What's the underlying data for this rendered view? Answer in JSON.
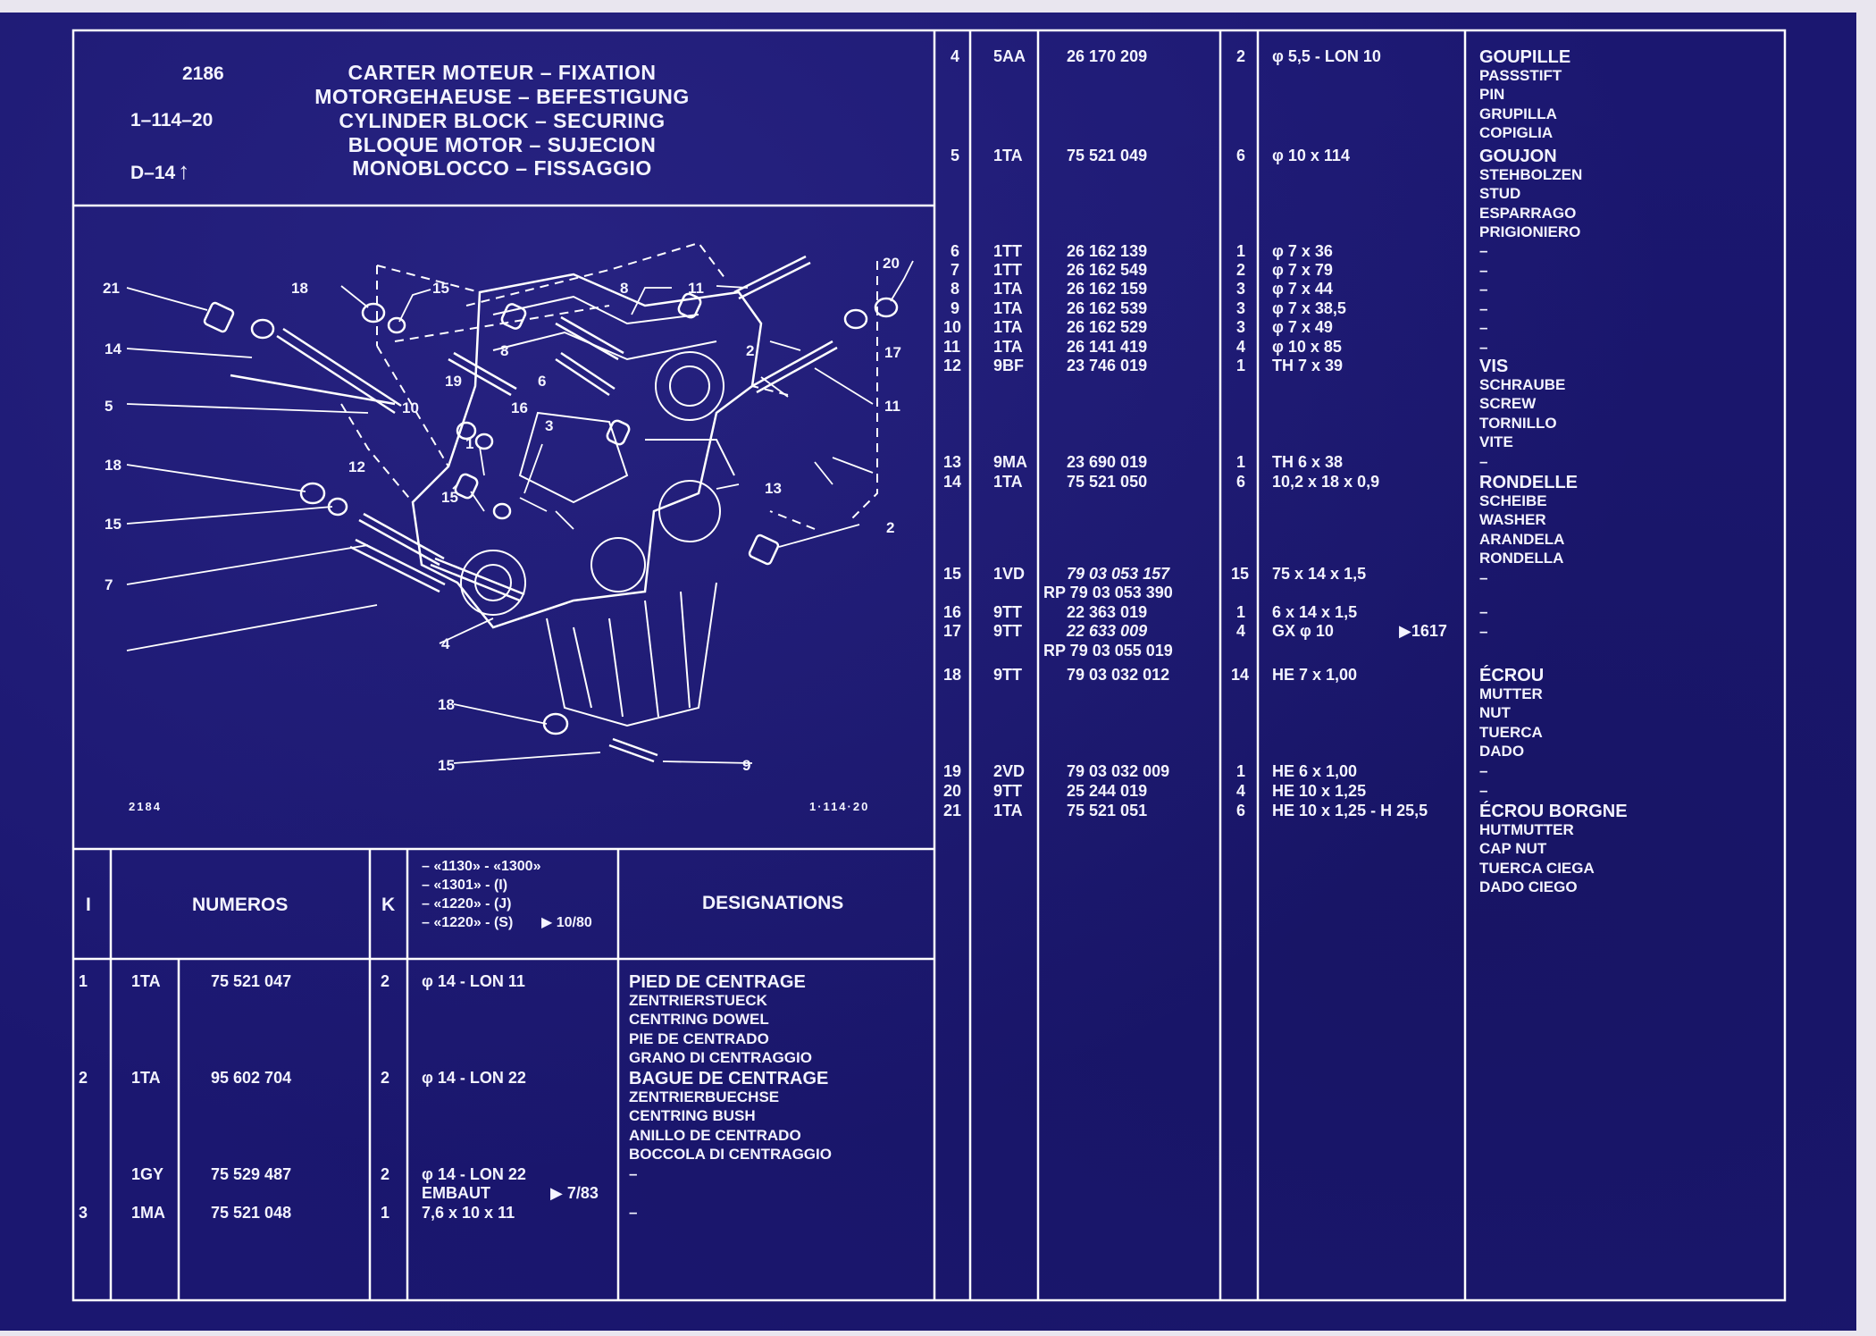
{
  "colors": {
    "background": "#1b1770",
    "lines": "#ffffff",
    "text": "#f4f4ff"
  },
  "header": {
    "ref": "2186",
    "plate": "1–114–20",
    "sheet": "D–14",
    "arrow": "↑",
    "titles": [
      "CARTER MOTEUR – FIXATION",
      "MOTORGEHAEUSE – BEFESTIGUNG",
      "CYLINDER BLOCK – SECURING",
      "BLOQUE MOTOR – SUJECION",
      "MONOBLOCCO – FISSAGGIO"
    ]
  },
  "drawing": {
    "left_code": "2184",
    "right_code": "1·114·20",
    "callouts": [
      "21",
      "18",
      "15",
      "8",
      "11",
      "20",
      "14",
      "2",
      "17",
      "5",
      "8",
      "19",
      "6",
      "10",
      "16",
      "3",
      "11",
      "1",
      "18",
      "12",
      "15",
      "13",
      "15",
      "2",
      "7",
      "4",
      "18",
      "15",
      "9"
    ]
  },
  "columns": {
    "i": "I",
    "numeros": "NUMEROS",
    "k": "K",
    "variants": [
      "– «1130» - «1300»",
      "– «1301» - (I)",
      "– «1220» - (J)",
      "– «1220» - (S)"
    ],
    "variant_mark": "▶ 10/80",
    "designations": "DESIGNATIONS"
  },
  "rows_left": [
    {
      "item": "1",
      "code": "1TA",
      "part": "75 521 047",
      "qty": "2",
      "dim": "φ 14 - LON 11",
      "desig": [
        "PIED DE CENTRAGE",
        "ZENTRIERSTUECK",
        "CENTRING DOWEL",
        "PIE DE CENTRADO",
        "GRANO DI CENTRAGGIO"
      ]
    },
    {
      "item": "2",
      "code": "1TA",
      "part": "95 602 704",
      "qty": "2",
      "dim": "φ 14 - LON 22",
      "desig": [
        "BAGUE DE CENTRAGE",
        "ZENTRIERBUECHSE",
        "CENTRING BUSH",
        "ANILLO DE CENTRADO",
        "BOCCOLA DI CENTRAGGIO"
      ]
    },
    {
      "item": "",
      "code": "1GY",
      "part": "75 529 487",
      "qty": "2",
      "dim": "φ 14 - LON 22",
      "dim2": "EMBAUT",
      "mark": "▶ 7/83",
      "desig": [
        "–"
      ]
    },
    {
      "item": "3",
      "code": "1MA",
      "part": "75 521 048",
      "qty": "1",
      "dim": "7,6 x 10 x 11",
      "desig": [
        "–"
      ]
    }
  ],
  "rows_right": [
    {
      "item": "4",
      "code": "5AA",
      "part": "26 170 209",
      "qty": "2",
      "dim": "φ 5,5 - LON 10"
    },
    {
      "item": "5",
      "code": "1TA",
      "part": "75 521 049",
      "qty": "6",
      "dim": "φ 10 x 114"
    },
    {
      "item": "6",
      "code": "1TT",
      "part": "26 162 139",
      "qty": "1",
      "dim": "φ 7 x 36"
    },
    {
      "item": "7",
      "code": "1TT",
      "part": "26 162 549",
      "qty": "2",
      "dim": "φ 7 x 79"
    },
    {
      "item": "8",
      "code": "1TA",
      "part": "26 162 159",
      "qty": "3",
      "dim": "φ 7 x 44"
    },
    {
      "item": "9",
      "code": "1TA",
      "part": "26 162 539",
      "qty": "3",
      "dim": "φ 7 x 38,5"
    },
    {
      "item": "10",
      "code": "1TA",
      "part": "26 162 529",
      "qty": "3",
      "dim": "φ 7 x 49"
    },
    {
      "item": "11",
      "code": "1TA",
      "part": "26 141 419",
      "qty": "4",
      "dim": "φ 10 x 85"
    },
    {
      "item": "12",
      "code": "9BF",
      "part": "23 746 019",
      "qty": "1",
      "dim": "TH 7 x 39"
    },
    {
      "item": "13",
      "code": "9MA",
      "part": "23 690 019",
      "qty": "1",
      "dim": "TH 6 x 38"
    },
    {
      "item": "14",
      "code": "1TA",
      "part": "75 521 050",
      "qty": "6",
      "dim": "10,2 x 18 x 0,9"
    },
    {
      "item": "15",
      "code": "1VD",
      "part": "79 03 053 157",
      "qty": "15",
      "dim": "75 x 14 x 1,5"
    },
    {
      "item": "",
      "code": "",
      "part": "RP 79 03 053 390",
      "qty": "",
      "dim": ""
    },
    {
      "item": "16",
      "code": "9TT",
      "part": "22 363 019",
      "qty": "1",
      "dim": "6 x 14 x 1,5"
    },
    {
      "item": "17",
      "code": "9TT",
      "part": "22 633 009",
      "qty": "4",
      "dim": "GX φ 10",
      "mark": "▶1617"
    },
    {
      "item": "",
      "code": "",
      "part": "RP 79 03 055 019",
      "qty": "",
      "dim": ""
    },
    {
      "item": "18",
      "code": "9TT",
      "part": "79 03 032 012",
      "qty": "14",
      "dim": "HE 7 x 1,00"
    },
    {
      "item": "19",
      "code": "2VD",
      "part": "79 03 032 009",
      "qty": "1",
      "dim": "HE 6 x 1,00"
    },
    {
      "item": "20",
      "code": "9TT",
      "part": "25 244 019",
      "qty": "4",
      "dim": "HE 10 x 1,25"
    },
    {
      "item": "21",
      "code": "1TA",
      "part": "75 521 051",
      "qty": "6",
      "dim": "HE 10 x 1,25 - H 25,5"
    }
  ],
  "desig_right": [
    {
      "lines": [
        "GOUPILLE",
        "PASSSTIFT",
        "PIN",
        "GRUPILLA",
        "COPIGLIA"
      ]
    },
    {
      "lines": [
        "GOUJON",
        "STEHBOLZEN",
        "STUD",
        "ESPARRAGO",
        "PRIGIONIERO"
      ]
    },
    {
      "lines": [
        "–",
        "–",
        "–",
        "–",
        "–",
        "–"
      ]
    },
    {
      "lines": [
        "VIS",
        "SCHRAUBE",
        "SCREW",
        "TORNILLO",
        "VITE",
        "–"
      ]
    },
    {
      "lines": [
        "RONDELLE",
        "SCHEIBE",
        "WASHER",
        "ARANDELA",
        "RONDELLA",
        "–"
      ]
    },
    {
      "lines": [
        "–",
        "–"
      ]
    },
    {
      "lines": [
        "ÉCROU",
        "MUTTER",
        "NUT",
        "TUERCA",
        "DADO"
      ]
    },
    {
      "lines": [
        "–",
        "–"
      ]
    },
    {
      "lines": [
        "ÉCROU BORGNE",
        "HUTMUTTER",
        "CAP NUT",
        "TUERCA CIEGA",
        "DADO CIEGO"
      ]
    }
  ]
}
